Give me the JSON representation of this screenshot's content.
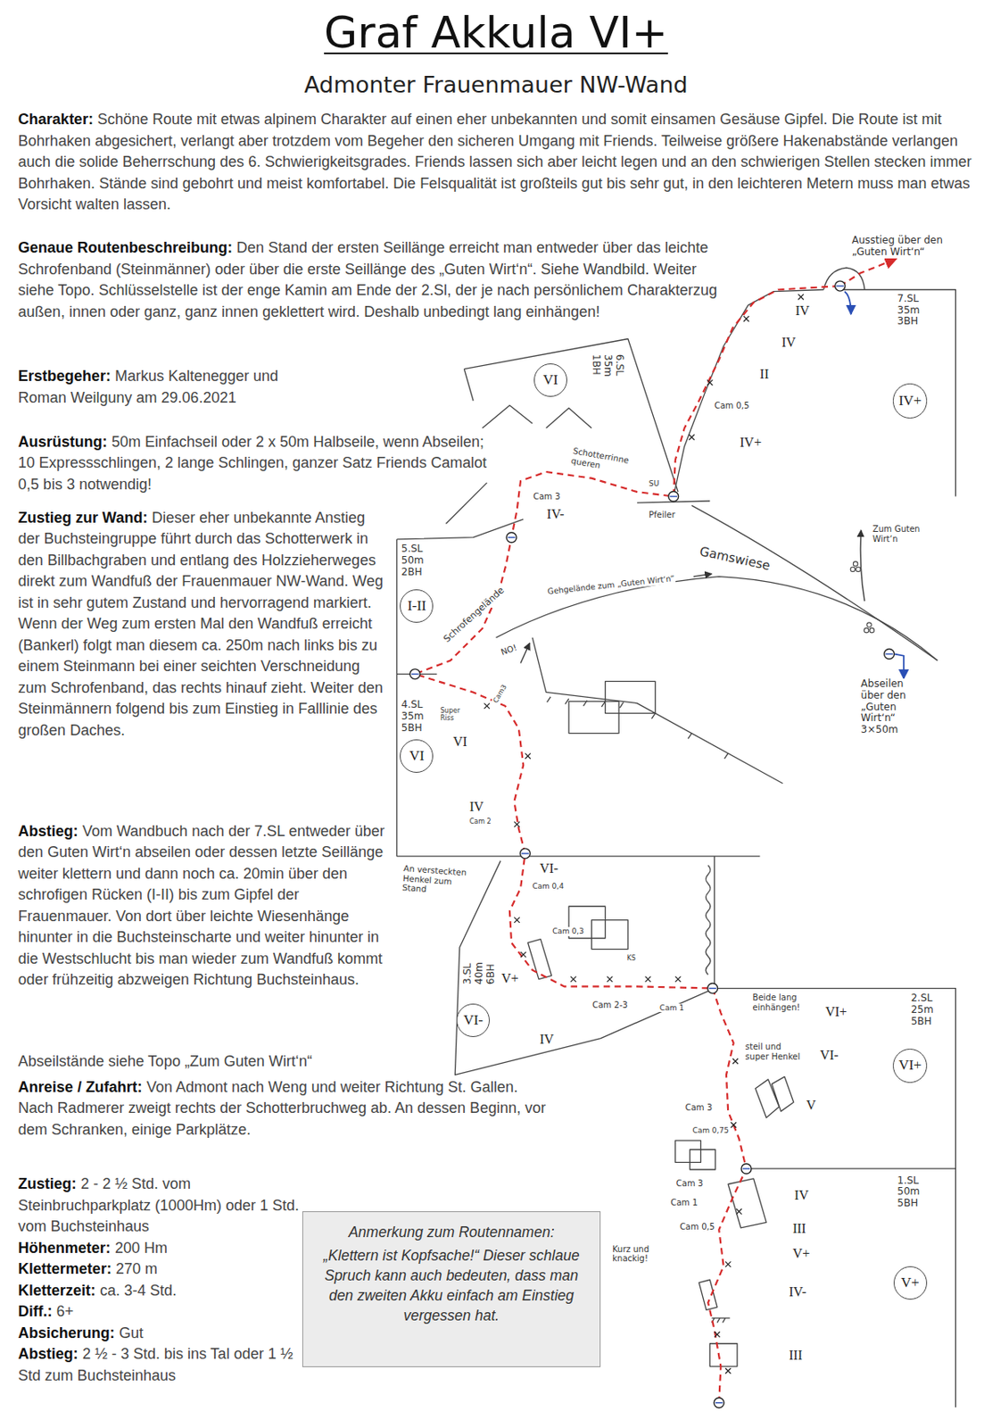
{
  "diagram": {
    "title": "Graf Akkula VI+",
    "nodes": [
      {
        "text": [
          "VI"
        ]
      },
      {
        "text": [
          "IV+"
        ]
      },
      {
        "text": [
          "I-II"
        ]
      },
      {
        "text": [
          "VI"
        ]
      },
      {
        "text": [
          "VI-"
        ]
      },
      {
        "text": [
          "VI+"
        ]
      },
      {
        "text": [
          "V+"
        ]
      },
      {
        "text": [
          "Anmerkung zum Routennamen:",
          "„Klettern ist Kopfsache!“ Dieser schlaue Spruch kann auch bedeuten, dass man den zweiten Akku einfach am Einstieg vergessen hat."
        ]
      }
    ],
    "labels": [
      "Admonter Frauenmauer NW-Wand",
      "Charakter:",
      "Schöne Route mit etwas alpinem Charakter auf einen eher unbekannten und somit einsamen Gesäuse Gipfel. Die Route ist mit Bohrhaken abgesichert, verlangt aber trotzdem vom Begeher den sicheren Umgang mit Friends. Teilweise größere Hakenabstände verlangen auch die solide Beherrschung des 6. Schwierigkeitsgrades. Friends lassen sich aber leicht legen und an den schwierigen Stellen stecken immer Bohrhaken. Stände sind gebohrt und meist komfortabel. Die Felsqualität ist großteils gut bis sehr gut, in den leichteren Metern muss man etwas Vorsicht walten lassen.",
      "Genaue Routenbeschreibung:",
      "Den Stand der ersten Seillänge erreicht man entweder über das leichte Schrofenband (Steinmänner) oder über die erste Seillänge des „Guten Wirt‘n“. Siehe Wandbild. Weiter siehe Topo. Schlüsselstelle ist der enge Kamin am Ende der 2.Sl, der je nach persönlichem Charakterzug außen, innen oder ganz, ganz innen geklettert wird. Deshalb unbedingt lang einhängen!",
      "Erstbegeher:",
      "Markus Kaltenegger und Roman Weilguny am 29.06.2021",
      "Ausrüstung:",
      "50m Einfachseil oder 2 x 50m Halbseile, wenn Abseilen; 10 Expressschlingen, 2 lange Schlingen, ganzer Satz Friends Camalot 0,5 bis 3 notwendig!",
      "Zustieg zur Wand:",
      "Dieser eher unbekannte Anstieg der Buchsteingruppe führt durch das Schotterwerk in den Billbachgraben und entlang des Holzzieherweges direkt zum Wandfuß der Frauenmauer NW-Wand. Weg ist in sehr gutem Zustand und hervorragend markiert. Wenn der Weg zum ersten Mal den Wandfuß erreicht (Bankerl) folgt man diesem ca. 250m nach links bis zu einem Steinmann bei einer seichten Verschneidung zum Schrofenband, das rechts hinauf zieht. Weiter den Steinmännern folgend bis zum Einstieg in Falllinie des großen Daches.",
      "Abstieg:",
      "Vom Wandbuch nach der 7.SL entweder über den Guten Wirt‘n abseilen oder dessen letzte Seillänge weiter klettern und dann noch ca. 20min über den schrofigen Rücken (I-II) bis zum Gipfel der Frauenmauer. Von dort über leichte Wiesenhänge hinunter in die Buchsteinscharte und weiter hinunter in die Westschlucht bis man wieder zum Wandfuß kommt oder frühzeitig abzweigen Richtung Buchsteinhaus.",
      "Abseilstände siehe Topo „Zum Guten Wirt‘n“",
      "Anreise / Zufahrt:",
      "Von Admont nach Weng und weiter Richtung St. Gallen. Nach Radmerer zweigt rechts der Schotterbruchweg ab. An dessen Beginn, vor dem Schranken, einige Parkplätze.",
      "Zustieg:",
      "2 - 2 ½ Std. vom Steinbruchparkplatz (1000Hm) oder 1 Std. vom Buchsteinhaus",
      "Höhenmeter:",
      "200 Hm",
      "Klettermeter:",
      "270 m",
      "Kletterzeit:",
      "ca. 3-4 Std.",
      "Diff.:",
      "6+",
      "Absicherung:",
      "Gut",
      "Abstieg:",
      "2 ½ - 3 Std. bis ins Tal oder 1 ½ Std zum Buchsteinhaus",
      "Ausstieg über den „Guten Wirt‘n“",
      "7.SL 35m 3BH",
      "IV",
      "IV",
      "II",
      "Cam 0,5",
      "IV+",
      "6.SL 35m 1BH",
      "Cam 3",
      "IV-",
      "Schotterrinne queren",
      "SU",
      "Pfeiler",
      "5.SL 50m 2BH",
      "Schrofengelände",
      "Gehgelände zum „Guten Wirt‘n“",
      "Gamswiese",
      "Zum Guten Wirt‘n",
      "NO!",
      "Abseilen über den „Guten Wirt‘n“ 3×50m",
      "4.SL 35m 5BH",
      "Super Riss",
      "Cam3",
      "VI",
      "IV",
      "Cam 2",
      "An versteckten Henkel zum Stand",
      "VI-",
      "Cam 0,4",
      "Cam 0,3",
      "3.SL 40m 6BH",
      "V+",
      "IV",
      "KS",
      "Cam 2-3",
      "Cam 1",
      "Beide lang einhängen!",
      "VI+",
      "steil und super Henkel",
      "VI-",
      "2.SL 25m 5BH",
      "V",
      "Cam 3",
      "Cam 0,75",
      "1.SL 50m 5BH",
      "Cam 3",
      "IV",
      "Cam 1",
      "III",
      "Cam 0,5",
      "V+",
      "Kurz und knackig!",
      "IV-",
      "III"
    ]
  }
}
